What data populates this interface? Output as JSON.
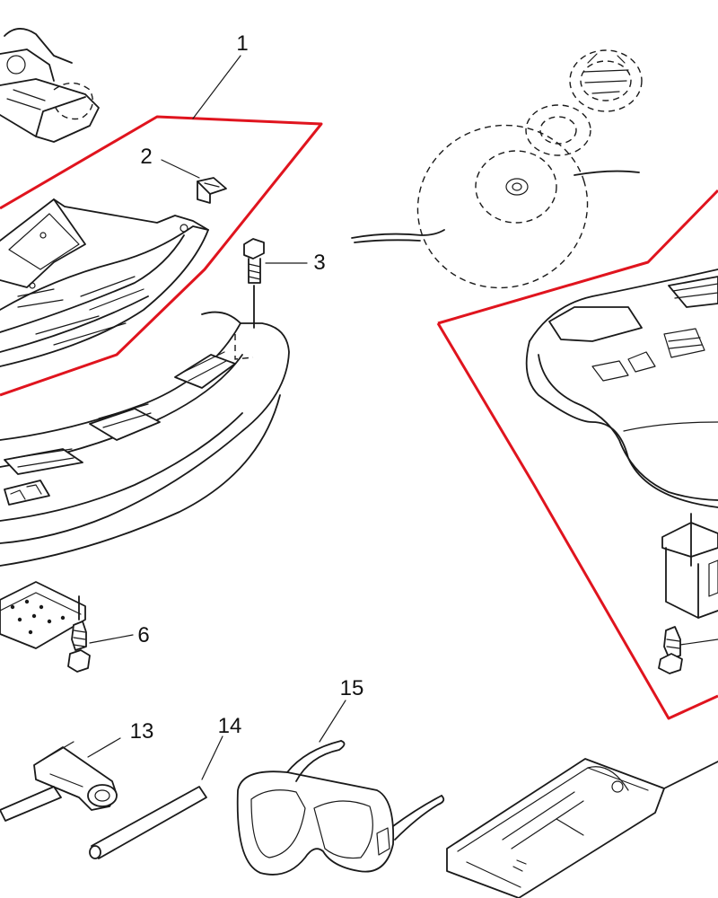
{
  "colors": {
    "outline": "#e0141e",
    "line": "#1a1a1a",
    "background": "#ffffff"
  },
  "callouts": [
    {
      "id": "c1",
      "label": "1"
    },
    {
      "id": "c2",
      "label": "2"
    },
    {
      "id": "c3",
      "label": "3"
    },
    {
      "id": "c6",
      "label": "6"
    },
    {
      "id": "c13",
      "label": "13"
    },
    {
      "id": "c14",
      "label": "14"
    },
    {
      "id": "c15",
      "label": "15"
    }
  ]
}
